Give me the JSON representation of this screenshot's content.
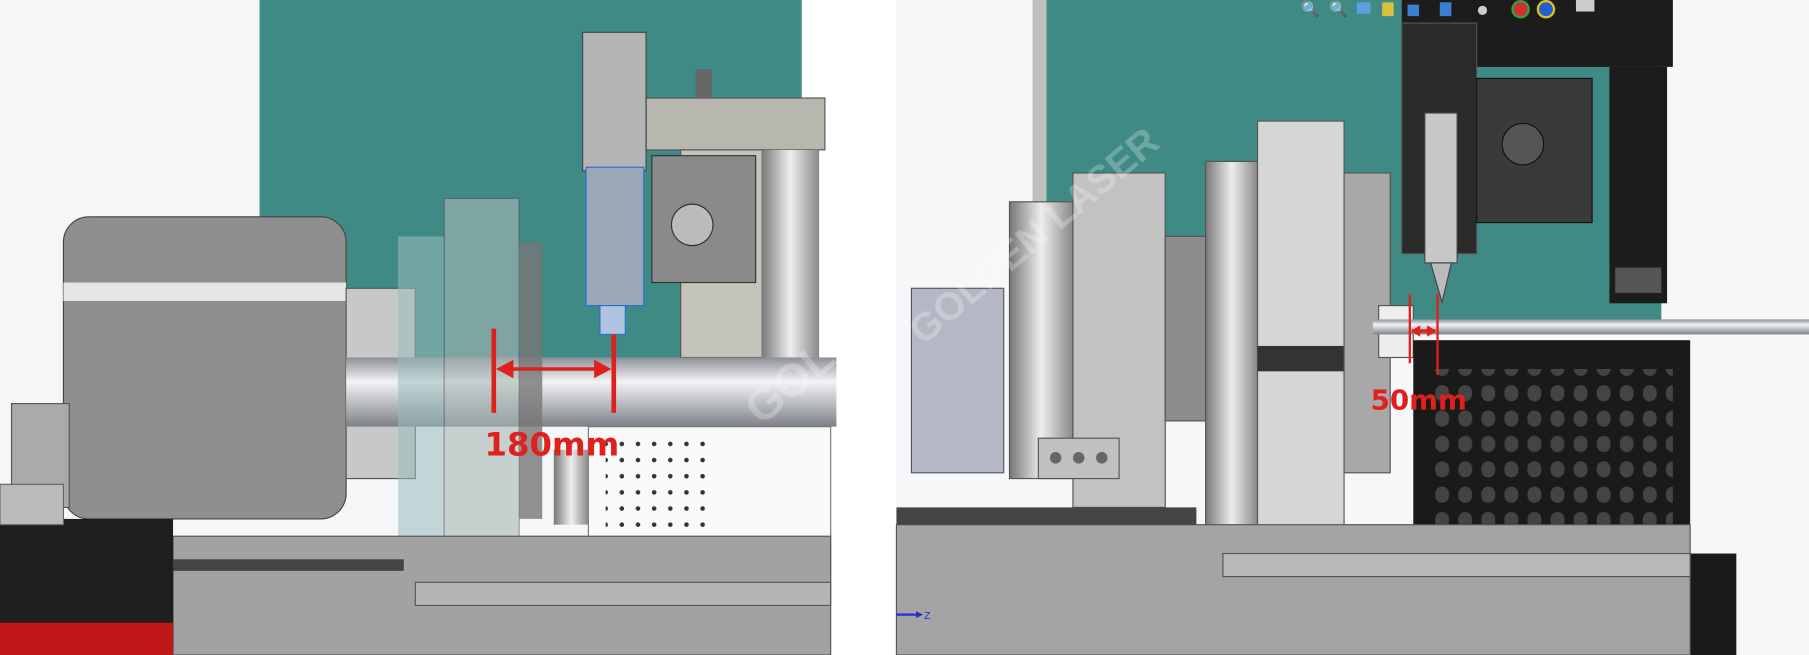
{
  "left_view": {
    "dimension_label": "180mm",
    "dimension_color": "#e0201c",
    "watermark": "GOLDEN LASER"
  },
  "right_view": {
    "dimension_label": "50mm",
    "dimension_color": "#e0201c",
    "watermark": "GOLDEN LASER",
    "axis_label": "Z",
    "toolbar_icons": [
      "zoom-in-icon",
      "zoom-out-icon",
      "rotate-icon",
      "section-view-icon",
      "view-orientation-icon",
      "display-style-icon",
      "hide-show-icon",
      "appearance-icon",
      "scene-icon",
      "monitor-icon"
    ]
  },
  "colors": {
    "background_teal": "#3f8a84",
    "machine_gray": "#9a9a9a",
    "dimension_red": "#e0201c"
  }
}
